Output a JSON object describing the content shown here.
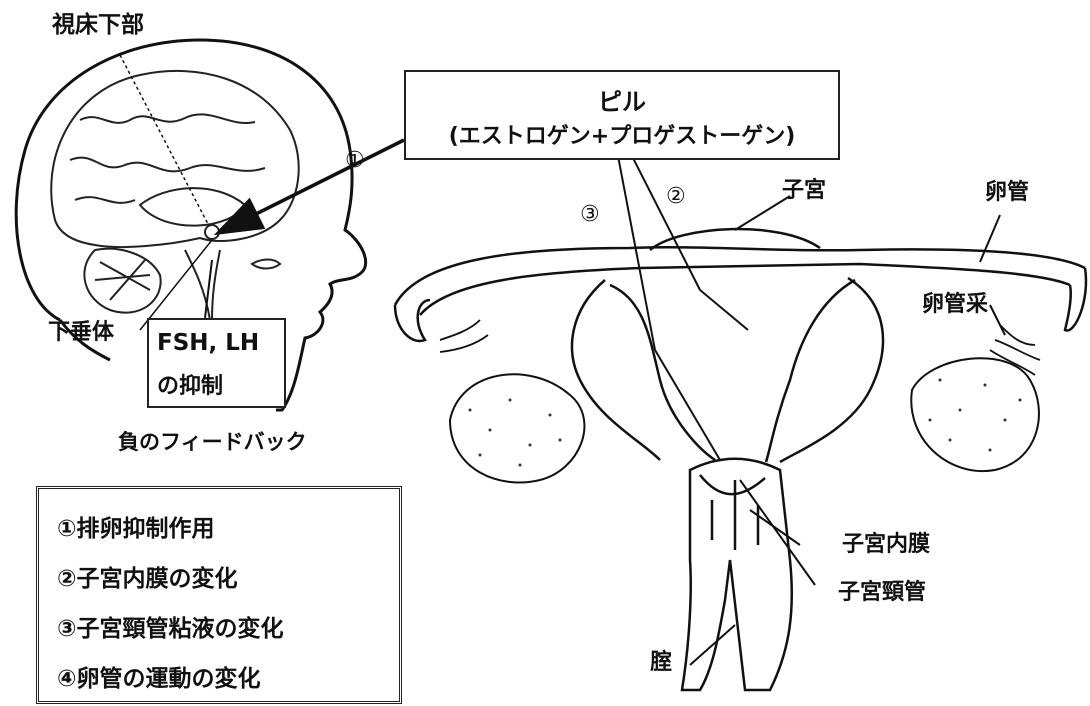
{
  "labels": {
    "hypothalamus": "視床下部",
    "pituitary": "下垂体",
    "negative_feedback": "負のフィードバック",
    "uterus": "子宮",
    "fallopian_tube": "卵管",
    "fimbria": "卵管采",
    "endometrium": "子宮内膜",
    "cervical_canal": "子宮頸管",
    "vagina": "腟"
  },
  "pill_box": {
    "line1": "ピル",
    "line2": "(エストロゲン+プロゲストーゲン)"
  },
  "fsh_box": {
    "line1": "FSH, LH",
    "line2": "の抑制"
  },
  "markers": {
    "m1": "①",
    "m2": "②",
    "m3": "③"
  },
  "legend": {
    "items": [
      "①排卵抑制作用",
      "②子宮内膜の変化",
      "③子宮頸管粘液の変化",
      "④卵管の運動の変化"
    ]
  }
}
